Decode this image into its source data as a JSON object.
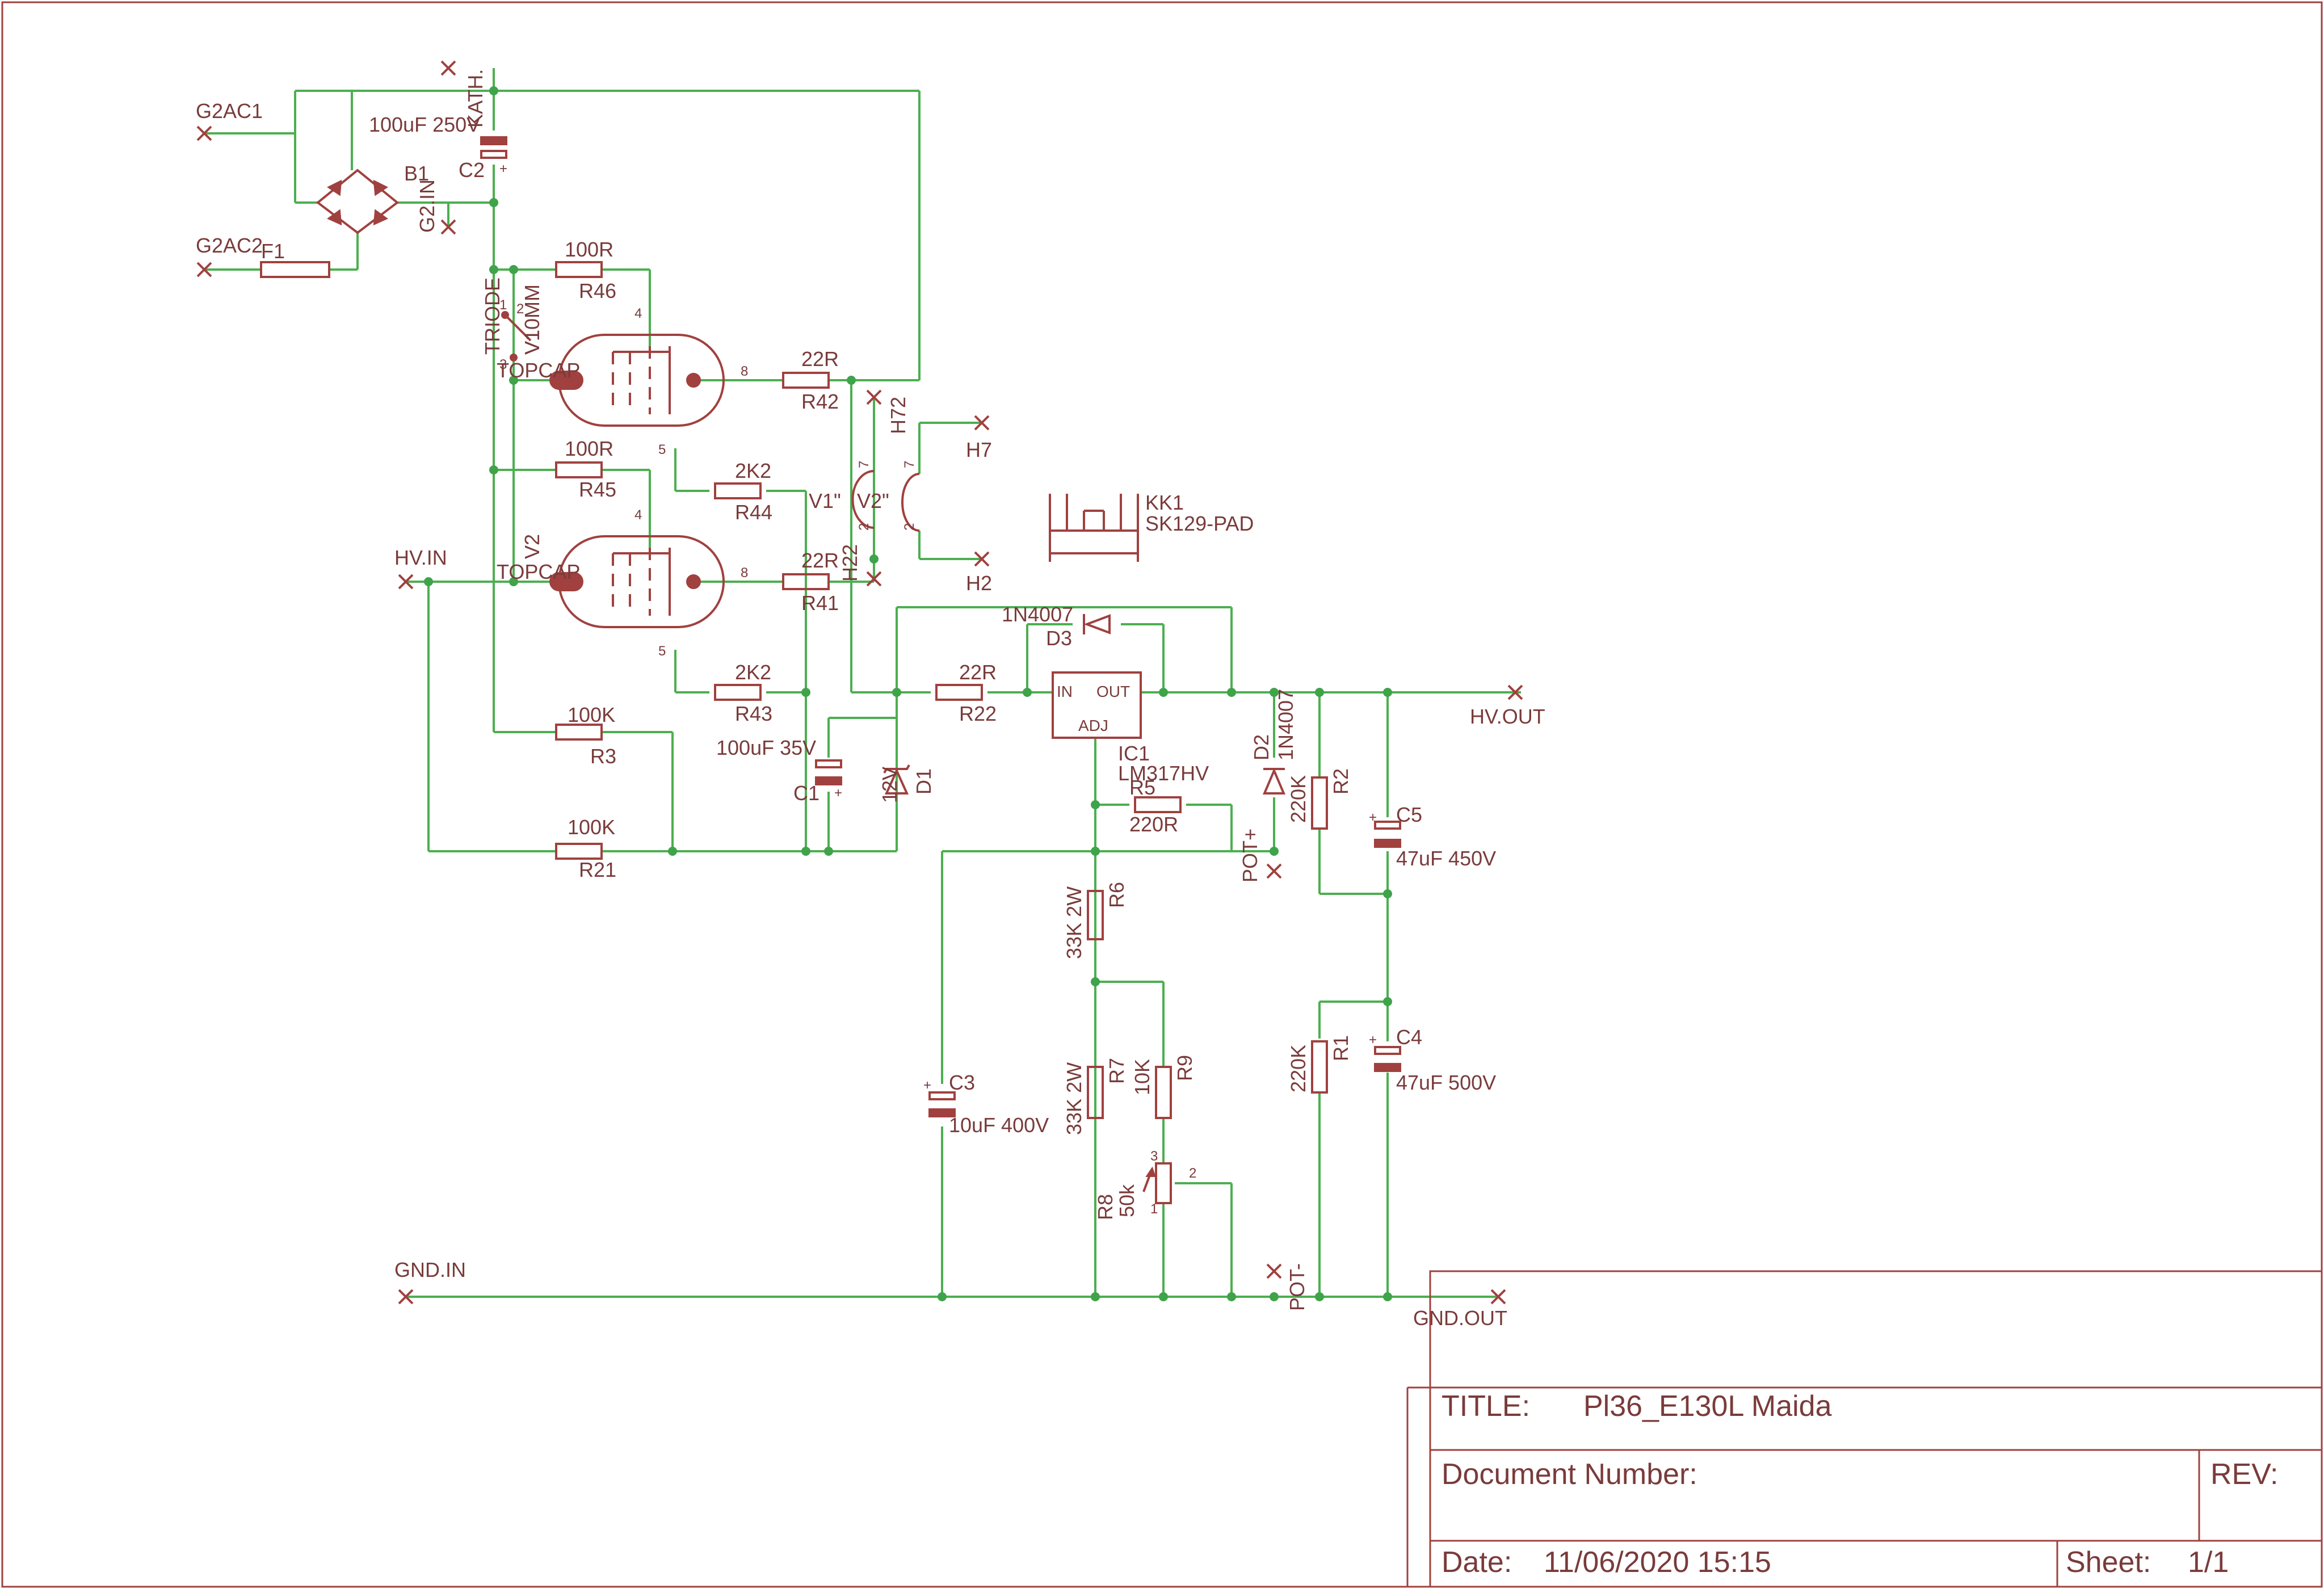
{
  "labels": {
    "g2ac1": "G2AC1",
    "g2ac2": "G2AC2",
    "f1": "F1",
    "kath": "KATH.",
    "c2_val": "100uF 250V",
    "c2": "C2",
    "b1": "B1",
    "g2in": "G2.IN",
    "r46_val": "100R",
    "r46": "R46",
    "triode": "TRIODE",
    "v10mm": "V10MM",
    "v1": "V1",
    "topcap1": "TOPCAP",
    "r42_val": "22R",
    "r42": "R42",
    "h72": "H72",
    "h7": "H7",
    "h2": "H2",
    "v1q": "V1\"",
    "v2q": "V2\"",
    "kk1": "KK1",
    "kk1_val": "SK129-PAD",
    "r45_val": "100R",
    "r45": "R45",
    "r44_val": "2K2",
    "r44": "R44",
    "hvin": "HV.IN",
    "v2": "V2",
    "topcap2": "TOPCAP",
    "r41_val": "22R",
    "r41": "R41",
    "h22": "H22",
    "d3_val": "1N4007",
    "d3": "D3",
    "r43_val": "2K2",
    "r43": "R43",
    "r22_val": "22R",
    "r22": "R22",
    "ic_in": "IN",
    "ic_out": "OUT",
    "ic_adj": "ADJ",
    "ic1": "IC1",
    "ic1_val": "LM317HV",
    "d2": "D2",
    "d2_val": "1N4007",
    "hvout": "HV.OUT",
    "r3_val": "100K",
    "r3": "R3",
    "c1_val": "100uF 35V",
    "c1": "C1",
    "d1_val": "12V",
    "d1": "D1",
    "r5": "R5",
    "r5_val": "220R",
    "r2_val": "220K",
    "r2": "R2",
    "c5": "C5",
    "c5_val": "47uF 450V",
    "r21_val": "100K",
    "r21": "R21",
    "potp": "POT+",
    "r6_val": "33K 2W",
    "r6": "R6",
    "c3": "C3",
    "c3_val": "10uF 400V",
    "r7_val": "33K 2W",
    "r7": "R7",
    "r9_val": "10K",
    "r9": "R9",
    "r1_val": "220K",
    "r1": "R1",
    "c4": "C4",
    "c4_val": "47uF 500V",
    "r8": "R8",
    "r8_val": "50k",
    "potm": "POT-",
    "gndin": "GND.IN",
    "gndout": "GND.OUT",
    "pin_1": "1",
    "pin_2": "2",
    "pin_3": "3",
    "pin_4": "4",
    "pin_5": "5",
    "pin_7": "7",
    "pin_8": "8",
    "plus": "+"
  },
  "title_block": {
    "title_label": "TITLE:",
    "title_value": "Pl36_E130L Maida",
    "docnum_label": "Document Number:",
    "rev_label": "REV:",
    "date_label": "Date:",
    "date_value": "11/06/2020 15:15",
    "sheet_label": "Sheet:",
    "sheet_value": "1/1"
  },
  "colors": {
    "wire": "#4caf50",
    "component": "#a0413f",
    "text": "#7a3b3b",
    "background": "#ffffff"
  }
}
